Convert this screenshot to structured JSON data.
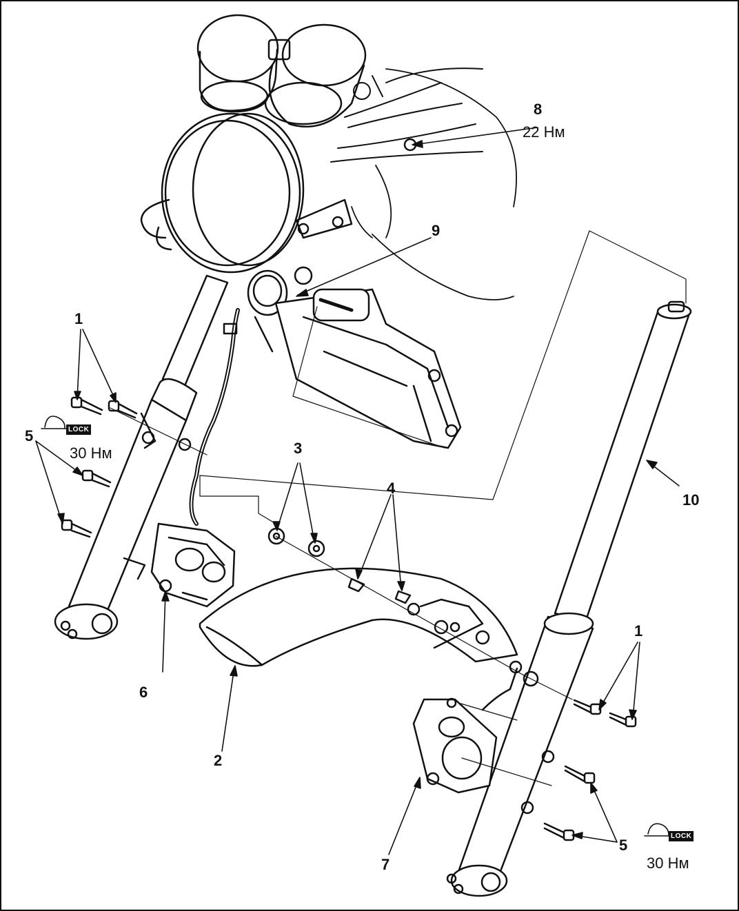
{
  "callouts": {
    "c1_left": "1",
    "c1_right": "1",
    "c2": "2",
    "c3": "3",
    "c4": "4",
    "c5_left": "5",
    "c5_right": "5",
    "c6": "6",
    "c7": "7",
    "c8": "8",
    "c9": "9",
    "c10": "10"
  },
  "torque": {
    "upper_right": "22 Нм",
    "left": "30 Нм",
    "bottom_right": "30 Нм"
  },
  "lock_badge": {
    "left": "LOCK",
    "right": "LOCK"
  },
  "colors": {
    "line": "#111111",
    "background": "#ffffff"
  }
}
